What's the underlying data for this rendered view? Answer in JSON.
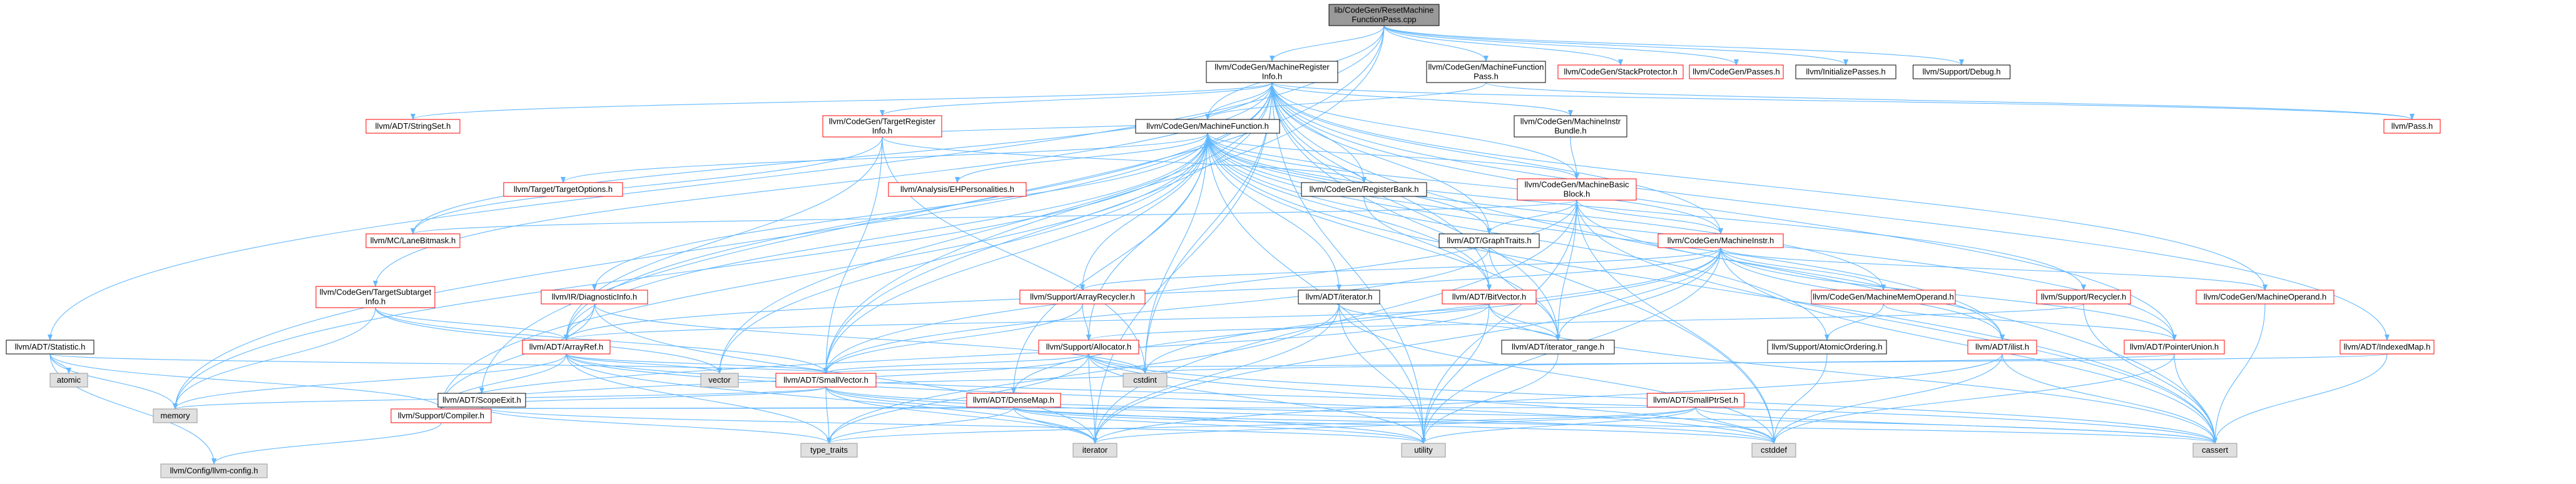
{
  "colors": {
    "edge": "#63B8FF",
    "red_border": "#FF0000",
    "black_border": "#000000",
    "grey_border": "#999999",
    "grey_fill": "#E0E0E0",
    "root_fill": "#999999",
    "white_fill": "#FFFFFF"
  },
  "nodes": [
    {
      "id": "root",
      "lines": [
        "lib/CodeGen/ResetMachine",
        "FunctionPass.cpp"
      ],
      "style": "root"
    },
    {
      "id": "mri",
      "lines": [
        "llvm/CodeGen/MachineRegister",
        "Info.h"
      ],
      "style": "black"
    },
    {
      "id": "mfp",
      "lines": [
        "llvm/CodeGen/MachineFunction",
        "Pass.h"
      ],
      "style": "black"
    },
    {
      "id": "stackprot",
      "lines": [
        "llvm/CodeGen/StackProtector.h"
      ],
      "style": "red"
    },
    {
      "id": "passes",
      "lines": [
        "llvm/CodeGen/Passes.h"
      ],
      "style": "red"
    },
    {
      "id": "initpasses",
      "lines": [
        "llvm/InitializePasses.h"
      ],
      "style": "black"
    },
    {
      "id": "debug",
      "lines": [
        "llvm/Support/Debug.h"
      ],
      "style": "black"
    },
    {
      "id": "pass",
      "lines": [
        "llvm/Pass.h"
      ],
      "style": "red"
    },
    {
      "id": "stringset",
      "lines": [
        "llvm/ADT/StringSet.h"
      ],
      "style": "red"
    },
    {
      "id": "tri",
      "lines": [
        "llvm/CodeGen/TargetRegister",
        "Info.h"
      ],
      "style": "red"
    },
    {
      "id": "mf",
      "lines": [
        "llvm/CodeGen/MachineFunction.h"
      ],
      "style": "black"
    },
    {
      "id": "mibundle",
      "lines": [
        "llvm/CodeGen/MachineInstr",
        "Bundle.h"
      ],
      "style": "black"
    },
    {
      "id": "targetopts",
      "lines": [
        "llvm/Target/TargetOptions.h"
      ],
      "style": "red"
    },
    {
      "id": "ehpers",
      "lines": [
        "llvm/Analysis/EHPersonalities.h"
      ],
      "style": "red"
    },
    {
      "id": "regbank",
      "lines": [
        "llvm/CodeGen/RegisterBank.h"
      ],
      "style": "black"
    },
    {
      "id": "mbb",
      "lines": [
        "llvm/CodeGen/MachineBasic",
        "Block.h"
      ],
      "style": "red"
    },
    {
      "id": "lanebitmask",
      "lines": [
        "llvm/MC/LaneBitmask.h"
      ],
      "style": "red"
    },
    {
      "id": "graphtraits",
      "lines": [
        "llvm/ADT/GraphTraits.h"
      ],
      "style": "black"
    },
    {
      "id": "mi",
      "lines": [
        "llvm/CodeGen/MachineInstr.h"
      ],
      "style": "red"
    },
    {
      "id": "tsi",
      "lines": [
        "llvm/CodeGen/TargetSubtarget",
        "Info.h"
      ],
      "style": "red"
    },
    {
      "id": "diaginfo",
      "lines": [
        "llvm/IR/DiagnosticInfo.h"
      ],
      "style": "red"
    },
    {
      "id": "arrayrecycler",
      "lines": [
        "llvm/Support/ArrayRecycler.h"
      ],
      "style": "red"
    },
    {
      "id": "adtiterator",
      "lines": [
        "llvm/ADT/iterator.h"
      ],
      "style": "black"
    },
    {
      "id": "bitvector",
      "lines": [
        "llvm/ADT/BitVector.h"
      ],
      "style": "red"
    },
    {
      "id": "recycler",
      "lines": [
        "llvm/Support/Recycler.h"
      ],
      "style": "red"
    },
    {
      "id": "mmo",
      "lines": [
        "llvm/CodeGen/MachineMemOperand.h"
      ],
      "style": "red"
    },
    {
      "id": "mo",
      "lines": [
        "llvm/CodeGen/MachineOperand.h"
      ],
      "style": "red"
    },
    {
      "id": "statistic",
      "lines": [
        "llvm/ADT/Statistic.h"
      ],
      "style": "black"
    },
    {
      "id": "arrayref",
      "lines": [
        "llvm/ADT/ArrayRef.h"
      ],
      "style": "red"
    },
    {
      "id": "allocator",
      "lines": [
        "llvm/Support/Allocator.h"
      ],
      "style": "red"
    },
    {
      "id": "itrange",
      "lines": [
        "llvm/ADT/iterator_range.h"
      ],
      "style": "black"
    },
    {
      "id": "atomicordering",
      "lines": [
        "llvm/Support/AtomicOrdering.h"
      ],
      "style": "black"
    },
    {
      "id": "ilist",
      "lines": [
        "llvm/ADT/ilist.h"
      ],
      "style": "red"
    },
    {
      "id": "pointerunion",
      "lines": [
        "llvm/ADT/PointerUnion.h"
      ],
      "style": "red"
    },
    {
      "id": "indexedmap",
      "lines": [
        "llvm/ADT/IndexedMap.h"
      ],
      "style": "red"
    },
    {
      "id": "atomic",
      "lines": [
        "atomic"
      ],
      "style": "grey"
    },
    {
      "id": "vector",
      "lines": [
        "vector"
      ],
      "style": "grey"
    },
    {
      "id": "smallvector",
      "lines": [
        "llvm/ADT/SmallVector.h"
      ],
      "style": "red"
    },
    {
      "id": "cstdint",
      "lines": [
        "cstdint"
      ],
      "style": "grey"
    },
    {
      "id": "smallptrset",
      "lines": [
        "llvm/ADT/SmallPtrSet.h"
      ],
      "style": "red"
    },
    {
      "id": "scopeexit",
      "lines": [
        "llvm/ADT/ScopeExit.h"
      ],
      "style": "black"
    },
    {
      "id": "densemap",
      "lines": [
        "llvm/ADT/DenseMap.h"
      ],
      "style": "red"
    },
    {
      "id": "memory",
      "lines": [
        "memory"
      ],
      "style": "grey"
    },
    {
      "id": "compiler",
      "lines": [
        "llvm/Support/Compiler.h"
      ],
      "style": "red"
    },
    {
      "id": "typetraits",
      "lines": [
        "type_traits"
      ],
      "style": "grey"
    },
    {
      "id": "iterator",
      "lines": [
        "iterator"
      ],
      "style": "grey"
    },
    {
      "id": "utility",
      "lines": [
        "utility"
      ],
      "style": "grey"
    },
    {
      "id": "cstddef",
      "lines": [
        "cstddef"
      ],
      "style": "grey"
    },
    {
      "id": "cassert",
      "lines": [
        "cassert"
      ],
      "style": "grey"
    },
    {
      "id": "llvmconfig",
      "lines": [
        "llvm/Config/llvm-config.h"
      ],
      "style": "grey"
    }
  ],
  "edges": [
    [
      "root",
      "mri"
    ],
    [
      "root",
      "mfp"
    ],
    [
      "root",
      "stackprot"
    ],
    [
      "root",
      "passes"
    ],
    [
      "root",
      "initpasses"
    ],
    [
      "root",
      "debug"
    ],
    [
      "root",
      "statistic"
    ],
    [
      "root",
      "scopeexit"
    ],
    [
      "root",
      "smallvector"
    ],
    [
      "root",
      "mf"
    ],
    [
      "mri",
      "stringset"
    ],
    [
      "mri",
      "tri"
    ],
    [
      "mri",
      "mf"
    ],
    [
      "mri",
      "mibundle"
    ],
    [
      "mri",
      "mbb"
    ],
    [
      "mri",
      "lanebitmask"
    ],
    [
      "mri",
      "tsi"
    ],
    [
      "mri",
      "arrayref"
    ],
    [
      "mri",
      "bitvector"
    ],
    [
      "mri",
      "graphtraits"
    ],
    [
      "mri",
      "itrange"
    ],
    [
      "mri",
      "indexedmap"
    ],
    [
      "mri",
      "pointerunion"
    ],
    [
      "mri",
      "smallvector"
    ],
    [
      "mri",
      "vector"
    ],
    [
      "mri",
      "memory"
    ],
    [
      "mri",
      "pass"
    ],
    [
      "mri",
      "mo"
    ],
    [
      "mri",
      "cassert"
    ],
    [
      "mri",
      "cstddef"
    ],
    [
      "mri",
      "cstdint"
    ],
    [
      "mri",
      "utility"
    ],
    [
      "mri",
      "regbank"
    ],
    [
      "mri",
      "mi"
    ],
    [
      "mri",
      "iterator"
    ],
    [
      "mfp",
      "mf"
    ],
    [
      "mfp",
      "pass"
    ],
    [
      "tri",
      "mf"
    ],
    [
      "tri",
      "lanebitmask"
    ],
    [
      "tri",
      "arrayref"
    ],
    [
      "tri",
      "smallvector"
    ],
    [
      "tri",
      "regbank"
    ],
    [
      "tri",
      "cstdint"
    ],
    [
      "mf",
      "targetopts"
    ],
    [
      "mf",
      "ehpers"
    ],
    [
      "mf",
      "regbank"
    ],
    [
      "mf",
      "mbb"
    ],
    [
      "mf",
      "graphtraits"
    ],
    [
      "mf",
      "mi"
    ],
    [
      "mf",
      "mmo"
    ],
    [
      "mf",
      "arrayrecycler"
    ],
    [
      "mf",
      "adtiterator"
    ],
    [
      "mf",
      "bitvector"
    ],
    [
      "mf",
      "recycler"
    ],
    [
      "mf",
      "allocator"
    ],
    [
      "mf",
      "arrayref"
    ],
    [
      "mf",
      "densemap"
    ],
    [
      "mf",
      "smallvector"
    ],
    [
      "mf",
      "ilist"
    ],
    [
      "mf",
      "atomicordering"
    ],
    [
      "mf",
      "compiler"
    ],
    [
      "mf",
      "diaginfo"
    ],
    [
      "mf",
      "cassert"
    ],
    [
      "mf",
      "cstdint"
    ],
    [
      "mf",
      "memory"
    ],
    [
      "mf",
      "utility"
    ],
    [
      "mf",
      "vector"
    ],
    [
      "mf",
      "itrange"
    ],
    [
      "mf",
      "pointerunion"
    ],
    [
      "mibundle",
      "mbb"
    ],
    [
      "mbb",
      "lanebitmask"
    ],
    [
      "mbb",
      "graphtraits"
    ],
    [
      "mbb",
      "mi"
    ],
    [
      "mbb",
      "itrange"
    ],
    [
      "mbb",
      "ilist"
    ],
    [
      "mbb",
      "smallvector"
    ],
    [
      "mbb",
      "cassert"
    ],
    [
      "mbb",
      "cstddef"
    ],
    [
      "mbb",
      "iterator"
    ],
    [
      "mbb",
      "utility"
    ],
    [
      "regbank",
      "bitvector"
    ],
    [
      "graphtraits",
      "itrange"
    ],
    [
      "graphtraits",
      "smallvector"
    ],
    [
      "mi",
      "mmo"
    ],
    [
      "mi",
      "mo"
    ],
    [
      "mi",
      "arrayrecycler"
    ],
    [
      "mi",
      "ilist"
    ],
    [
      "mi",
      "itrange"
    ],
    [
      "mi",
      "pointerunion"
    ],
    [
      "mi",
      "arrayref"
    ],
    [
      "mi",
      "cassert"
    ],
    [
      "mi",
      "cstdint"
    ],
    [
      "mi",
      "utility"
    ],
    [
      "mi",
      "iterator"
    ],
    [
      "mi",
      "densemap"
    ],
    [
      "tsi",
      "arrayref"
    ],
    [
      "tsi",
      "smallvector"
    ],
    [
      "tsi",
      "memory"
    ],
    [
      "tsi",
      "vector"
    ],
    [
      "diaginfo",
      "arrayref"
    ],
    [
      "diaginfo",
      "compiler"
    ],
    [
      "diaginfo",
      "iterator"
    ],
    [
      "diaginfo",
      "cstdint"
    ],
    [
      "arrayrecycler",
      "allocator"
    ],
    [
      "arrayrecycler",
      "smallvector"
    ],
    [
      "adtiterator",
      "itrange"
    ],
    [
      "adtiterator",
      "cstddef"
    ],
    [
      "adtiterator",
      "iterator"
    ],
    [
      "adtiterator",
      "type_traits"
    ],
    [
      "adtiterator",
      "utility"
    ],
    [
      "bitvector",
      "itrange"
    ],
    [
      "bitvector",
      "cassert"
    ],
    [
      "bitvector",
      "utility"
    ],
    [
      "bitvector",
      "arrayref"
    ],
    [
      "bitvector",
      "compiler"
    ],
    [
      "recycler",
      "allocator"
    ],
    [
      "recycler",
      "cassert"
    ],
    [
      "mmo",
      "atomicordering"
    ],
    [
      "mmo",
      "pointerunion"
    ],
    [
      "mo",
      "cassert"
    ],
    [
      "statistic",
      "atomic"
    ],
    [
      "statistic",
      "memory"
    ],
    [
      "statistic",
      "compiler"
    ],
    [
      "statistic",
      "llvmconfig"
    ],
    [
      "statistic",
      "smallvector"
    ],
    [
      "arrayref",
      "smallvector"
    ],
    [
      "arrayref",
      "compiler"
    ],
    [
      "arrayref",
      "memory"
    ],
    [
      "arrayref",
      "vector"
    ],
    [
      "arrayref",
      "iterator"
    ],
    [
      "arrayref",
      "type_traits"
    ],
    [
      "arrayref",
      "cassert"
    ],
    [
      "arrayref",
      "cstddef"
    ],
    [
      "allocator",
      "smallvector"
    ],
    [
      "allocator",
      "compiler"
    ],
    [
      "allocator",
      "cstddef"
    ],
    [
      "allocator",
      "cstdint"
    ],
    [
      "allocator",
      "iterator"
    ],
    [
      "allocator",
      "type_traits"
    ],
    [
      "allocator",
      "utility"
    ],
    [
      "allocator",
      "cassert"
    ],
    [
      "itrange",
      "utility"
    ],
    [
      "atomicordering",
      "cstddef"
    ],
    [
      "ilist",
      "cassert"
    ],
    [
      "ilist",
      "cstddef"
    ],
    [
      "ilist",
      "iterator"
    ],
    [
      "pointerunion",
      "cassert"
    ],
    [
      "pointerunion",
      "cstddef"
    ],
    [
      "pointerunion",
      "cstdint"
    ],
    [
      "indexedmap",
      "cassert"
    ],
    [
      "indexedmap",
      "smallvector"
    ],
    [
      "smallvector",
      "compiler"
    ],
    [
      "smallvector",
      "cassert"
    ],
    [
      "smallvector",
      "cstddef"
    ],
    [
      "smallvector",
      "cstdint"
    ],
    [
      "smallvector",
      "iterator"
    ],
    [
      "smallvector",
      "memory"
    ],
    [
      "smallvector",
      "type_traits"
    ],
    [
      "smallvector",
      "utility"
    ],
    [
      "smallptrset",
      "compiler"
    ],
    [
      "smallptrset",
      "cassert"
    ],
    [
      "smallptrset",
      "cstddef"
    ],
    [
      "smallptrset",
      "iterator"
    ],
    [
      "smallptrset",
      "utility"
    ],
    [
      "smallptrset",
      "type_traits"
    ],
    [
      "scopeexit",
      "type_traits"
    ],
    [
      "scopeexit",
      "utility"
    ],
    [
      "densemap",
      "compiler"
    ],
    [
      "densemap",
      "cassert"
    ],
    [
      "densemap",
      "cstddef"
    ],
    [
      "densemap",
      "iterator"
    ],
    [
      "densemap",
      "utility"
    ],
    [
      "densemap",
      "type_traits"
    ],
    [
      "compiler",
      "llvmconfig"
    ]
  ]
}
